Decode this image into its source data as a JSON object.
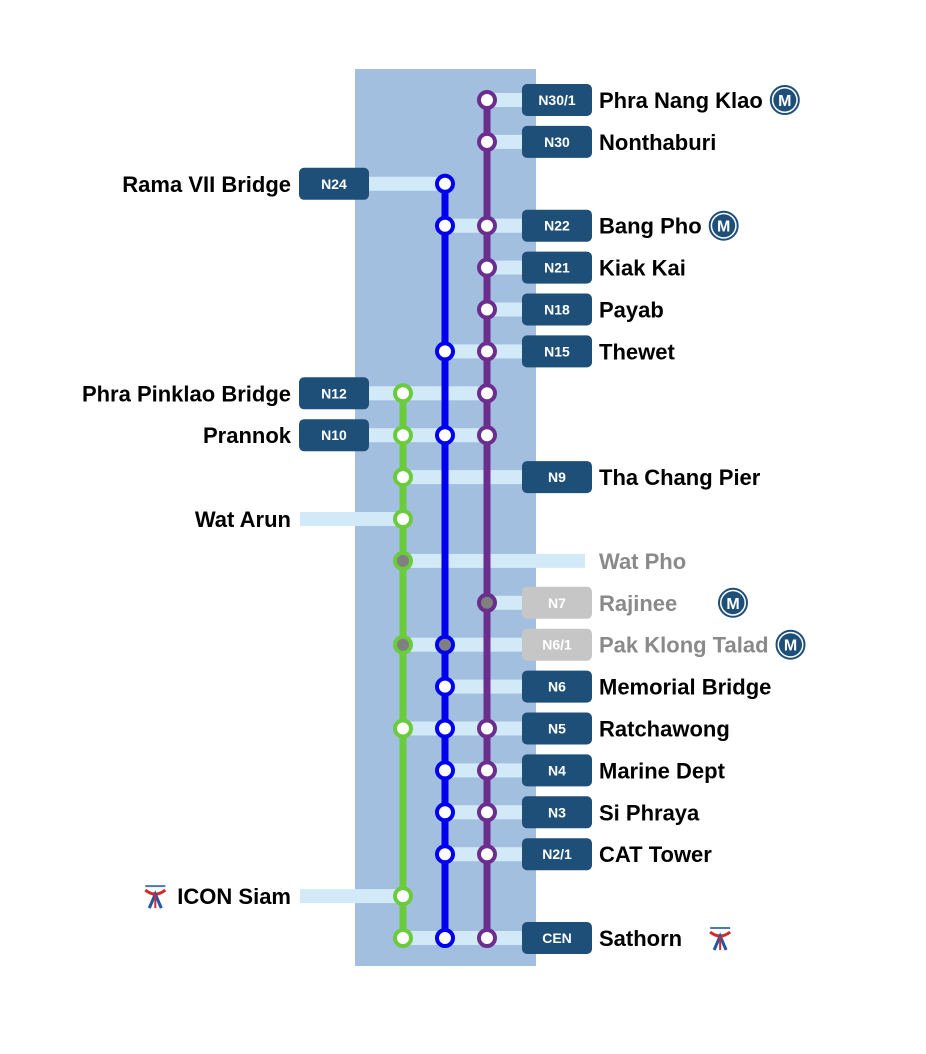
{
  "colors": {
    "river": "#a2bfe0",
    "green_line": "#6acb3c",
    "blue_line": "#0000ee",
    "purple_line": "#6b2e8e",
    "connector": "#d2eaf7",
    "badge": "#1e4f78",
    "badge_inactive": "#c6c6c6",
    "text": "#000000",
    "text_inactive": "#8a8a8a",
    "closed_dot": "#808080"
  },
  "stations": [
    {
      "name": "Phra Nang Klao",
      "code": "N30/1",
      "side": "right",
      "lines": [
        "purple"
      ],
      "interchange": "mrt"
    },
    {
      "name": "Nonthaburi",
      "code": "N30",
      "side": "right",
      "lines": [
        "purple"
      ]
    },
    {
      "name": "Rama VII Bridge",
      "code": "N24",
      "side": "left",
      "lines": [
        "blue"
      ]
    },
    {
      "name": "Bang Pho",
      "code": "N22",
      "side": "right",
      "lines": [
        "blue",
        "purple"
      ],
      "interchange": "mrt"
    },
    {
      "name": "Kiak Kai",
      "code": "N21",
      "side": "right",
      "lines": [
        "purple"
      ]
    },
    {
      "name": "Payab",
      "code": "N18",
      "side": "right",
      "lines": [
        "purple"
      ]
    },
    {
      "name": "Thewet",
      "code": "N15",
      "side": "right",
      "lines": [
        "blue",
        "purple"
      ]
    },
    {
      "name": "Phra Pinklao Bridge",
      "code": "N12",
      "side": "left",
      "lines": [
        "green",
        "purple"
      ]
    },
    {
      "name": "Prannok",
      "code": "N10",
      "side": "left",
      "lines": [
        "green",
        "blue",
        "purple"
      ]
    },
    {
      "name": "Tha Chang Pier",
      "code": "N9",
      "side": "right",
      "lines": [
        "green"
      ]
    },
    {
      "name": "Wat Arun",
      "code": "",
      "side": "left",
      "lines": [
        "green"
      ]
    },
    {
      "name": "Wat Pho",
      "code": "",
      "side": "right",
      "lines": [
        "green"
      ],
      "inactive": true
    },
    {
      "name": "Rajinee",
      "code": "N7",
      "side": "right",
      "lines": [
        "purple"
      ],
      "inactive": true,
      "interchange": "mrt"
    },
    {
      "name": "Pak Klong Talad",
      "code": "N6/1",
      "side": "right",
      "lines": [
        "green",
        "blue"
      ],
      "inactive": true,
      "interchange": "mrt"
    },
    {
      "name": "Memorial Bridge",
      "code": "N6",
      "side": "right",
      "lines": [
        "blue"
      ]
    },
    {
      "name": "Ratchawong",
      "code": "N5",
      "side": "right",
      "lines": [
        "green",
        "blue",
        "purple"
      ]
    },
    {
      "name": "Marine Dept",
      "code": "N4",
      "side": "right",
      "lines": [
        "blue",
        "purple"
      ]
    },
    {
      "name": "Si Phraya",
      "code": "N3",
      "side": "right",
      "lines": [
        "blue",
        "purple"
      ]
    },
    {
      "name": "CAT Tower",
      "code": "N2/1",
      "side": "right",
      "lines": [
        "blue",
        "purple"
      ]
    },
    {
      "name": "ICON Siam",
      "code": "",
      "side": "left",
      "lines": [
        "green"
      ],
      "interchange": "bts"
    },
    {
      "name": "Sathorn",
      "code": "CEN",
      "side": "right",
      "lines": [
        "green",
        "blue",
        "purple"
      ],
      "interchange": "bts"
    }
  ],
  "icons": {
    "mrt": "mrt-logo-icon",
    "bts": "bts-logo-icon"
  },
  "mrt_logo_letter": "M"
}
